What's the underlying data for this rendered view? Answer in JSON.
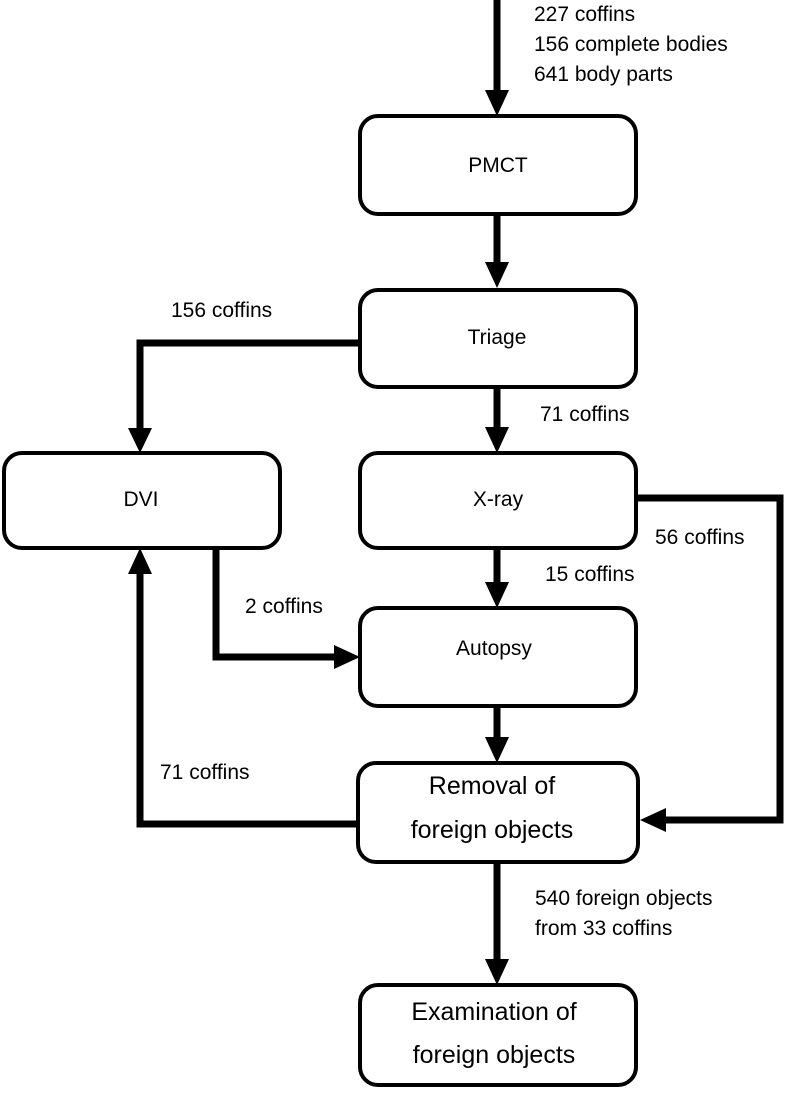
{
  "nodes": {
    "pmct": {
      "lines": [
        "PMCT"
      ]
    },
    "triage": {
      "lines": [
        "Triage"
      ]
    },
    "dvi": {
      "lines": [
        "DVI"
      ]
    },
    "xray": {
      "lines": [
        "X-ray"
      ]
    },
    "autopsy": {
      "lines": [
        "Autopsy"
      ]
    },
    "removal": {
      "lines": [
        "Removal of",
        "foreign objects"
      ]
    },
    "examination": {
      "lines": [
        "Examination of",
        "foreign objects"
      ]
    }
  },
  "labels": {
    "input_coffins": "227 coffins",
    "input_bodies": "156 complete bodies",
    "input_parts": "641 body parts",
    "triage_to_dvi": "156 coffins",
    "triage_to_xray": "71 coffins",
    "xray_to_removal": "56 coffins",
    "xray_to_autopsy": "15 coffins",
    "dvi_to_autopsy": "2 coffins",
    "removal_to_dvi": "71 coffins",
    "removal_to_exam_1": "540 foreign objects",
    "removal_to_exam_2": "from 33 coffins"
  }
}
